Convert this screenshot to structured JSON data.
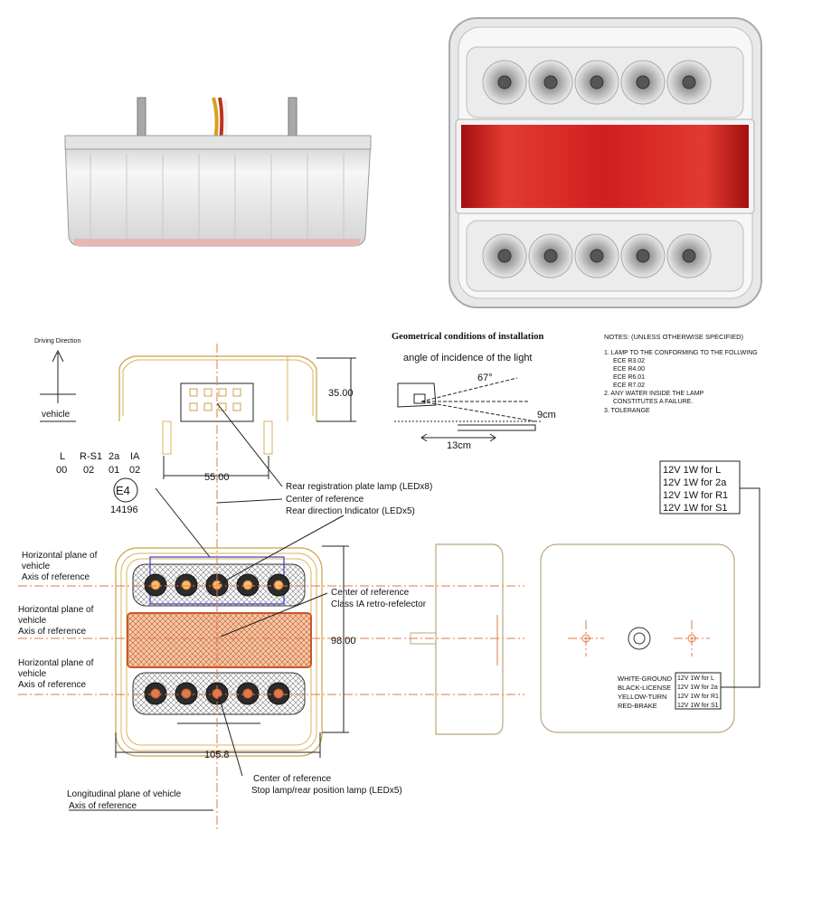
{
  "driving_direction": {
    "label": "Driving Direction",
    "vehicle": "vehicle"
  },
  "geometry": {
    "title": "Geometrical conditions of installation",
    "subtitle": "angle of incidence of the light",
    "angle": "67°",
    "height": "9cm",
    "distance": "13cm"
  },
  "notes": {
    "header": "NOTES: (UNLESS OTHERWISE SPECIFIED)",
    "lines": [
      "1. LAMP TO THE CONFORMING TO THE FOLLWING",
      "ECE R3.02",
      "ECE R4.00",
      "ECE R6.01",
      "ECE R7.02",
      "2. ANY WATER INSIDE THE LAMP",
      "CONSTITUTES A FAILURE.",
      "3. TOLERANGE"
    ]
  },
  "approval": {
    "codes_top": [
      "L",
      "R-S1",
      "2a",
      "IA"
    ],
    "codes_bottom": [
      "00",
      "02",
      "01",
      "02"
    ],
    "mark": "E4",
    "number": "14196"
  },
  "dimensions": {
    "height": "35.00",
    "studs": "55.00",
    "lamp_height": "98.00",
    "width": "105.8"
  },
  "callouts": {
    "registration": "Rear registration plate lamp (LEDx8)",
    "cor_1": "Center of reference",
    "direction": "Rear direction Indicator (LEDx5)",
    "cor_2": "Center of reference",
    "reflector": "Class IA retro-refelector",
    "cor_3": "Center of reference",
    "stop": "Stop lamp/rear position lamp (LEDx5)",
    "longitudinal": "Longitudinal plane of vehicle",
    "longitudinal_axis": "Axis of reference"
  },
  "planes": [
    {
      "line1": "Horizontal plane of",
      "line2": "vehicle",
      "line3": "Axis of reference"
    },
    {
      "line1": "Horizontal plane of",
      "line2": "vehicle",
      "line3": "Axis of reference"
    },
    {
      "line1": "Horizontal plane of",
      "line2": "vehicle",
      "line3": "Axis of reference"
    }
  ],
  "ratings": [
    "12V 1W for L",
    "12V 1W for 2a",
    "12V 1W for R1",
    "12V 1W for S1"
  ],
  "wiring": [
    "WHITE-GROUND",
    "BLACK-LICENSE",
    "YELLOW-TURN",
    "RED-BRAKE"
  ],
  "colors": {
    "red_lens": "#d21f1f",
    "amber_outline": "#d8b35a",
    "axis_line": "#e07a4a"
  }
}
